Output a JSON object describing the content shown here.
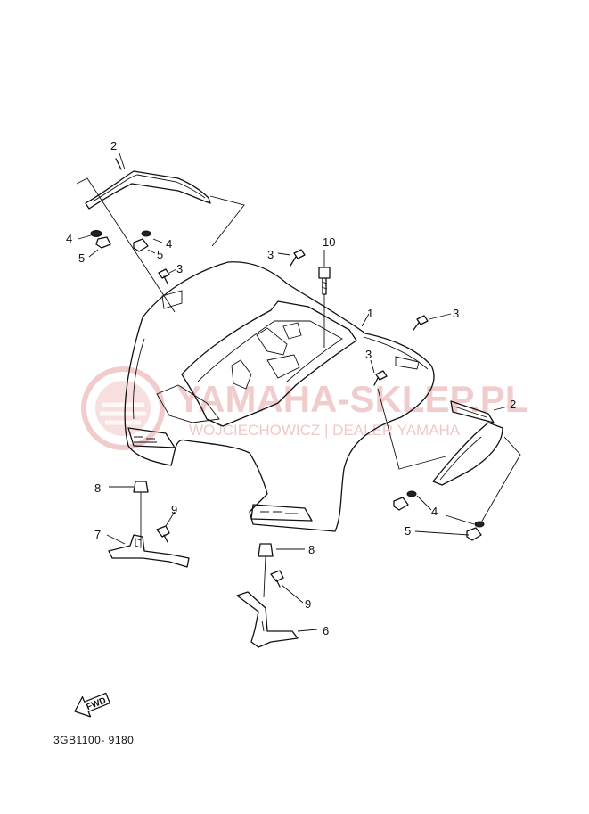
{
  "callouts": {
    "c1": "1",
    "c2a": "2",
    "c2b": "2",
    "c3a": "3",
    "c3b": "3",
    "c3c": "3",
    "c3d": "3",
    "c4a": "4",
    "c4b": "4",
    "c4c": "4",
    "c5a": "5",
    "c5b": "5",
    "c5c": "5",
    "c6": "6",
    "c7": "7",
    "c8a": "8",
    "c8b": "8",
    "c9a": "9",
    "c9b": "9",
    "c10": "10"
  },
  "fwd_label": "FWD",
  "diagram_code": "3GB1100- 9180",
  "watermark": {
    "line1": "YAMAHA-SKLEP.PL",
    "line2": "WOJCIECHOWICZ | DEALER YAMAHA"
  },
  "colors": {
    "line": "#111111",
    "watermark": "#e7a3a3"
  }
}
